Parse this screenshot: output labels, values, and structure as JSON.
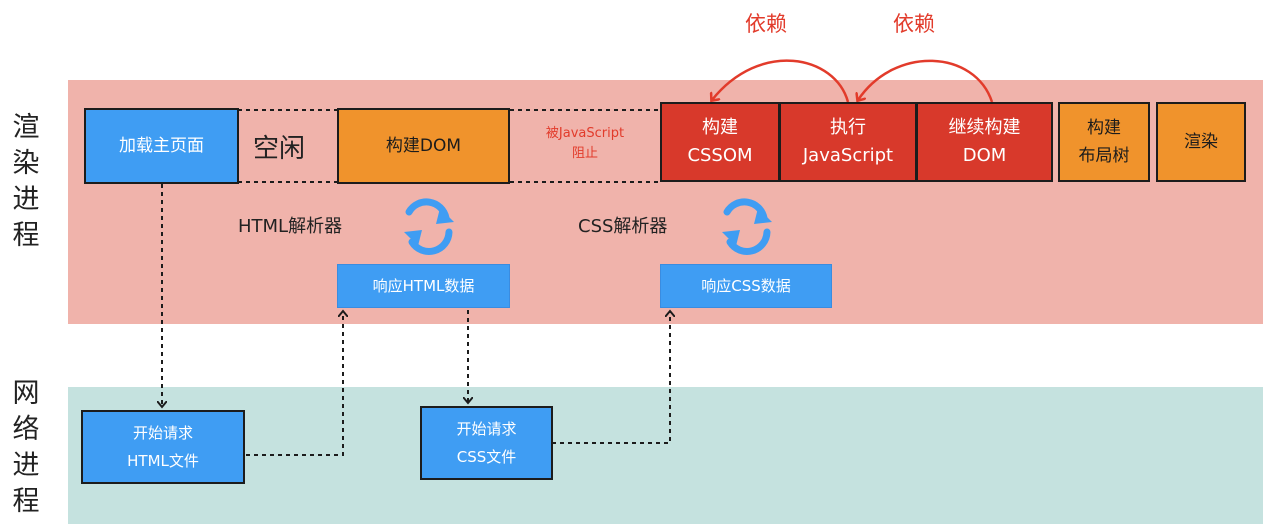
{
  "side_labels": {
    "render_process": "渲染进程",
    "network_process": "网络进程"
  },
  "pipeline": {
    "load_main_page": "加载主页面",
    "idle": "空闲",
    "build_dom": "构建DOM",
    "blocked_note_line1": "被JavaScript",
    "blocked_note_line2": "阻止",
    "build_cssom_line1": "构建",
    "build_cssom_line2": "CSSOM",
    "exec_js_line1": "执行",
    "exec_js_line2": "JavaScript",
    "continue_dom_line1": "继续构建",
    "continue_dom_line2": "DOM",
    "build_layout_line1": "构建",
    "build_layout_line2": "布局树",
    "render": "渲染"
  },
  "dependencies": {
    "depend_left": "依赖",
    "depend_right": "依赖"
  },
  "parsers": {
    "html_parser": "HTML解析器",
    "css_parser": "CSS解析器",
    "respond_html": "响应HTML数据",
    "respond_css": "响应CSS数据"
  },
  "network": {
    "request_html_line1": "开始请求",
    "request_html_line2": "HTML文件",
    "request_css_line1": "开始请求",
    "request_css_line2": "CSS文件"
  },
  "colors": {
    "render_band": "#f0b3ab",
    "network_band": "#c5e2df",
    "blue": "#3f9df3",
    "orange": "#f0932c",
    "red": "#d8392b",
    "accent_text": "#e23b2b"
  }
}
